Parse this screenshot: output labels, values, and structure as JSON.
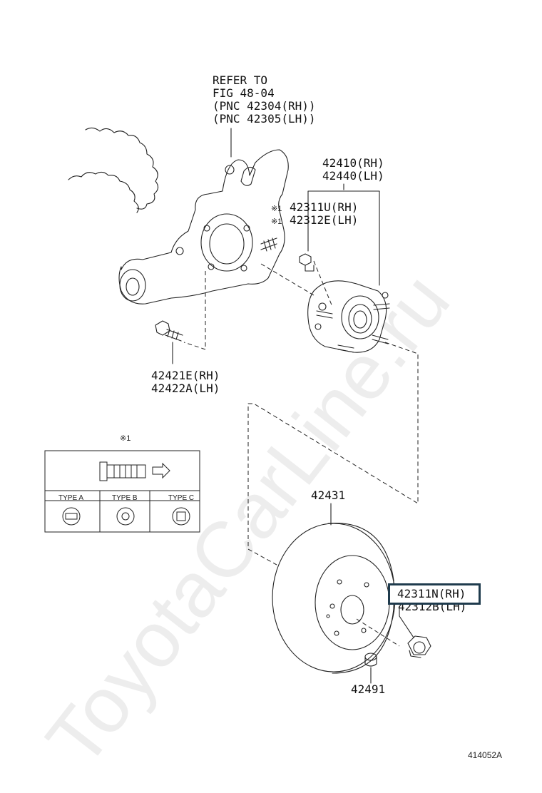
{
  "knuckle_ref": {
    "line1": "REFER TO",
    "line2": "FIG 48-04",
    "line3": "(PNC 42304(RH))",
    "line4": "(PNC 42305(LH))"
  },
  "hub": {
    "rh": "42410(RH)",
    "lh": "42440(LH)"
  },
  "hub_bolt": {
    "mark": "※1",
    "rh": "42311U(RH)",
    "lh": "42312E(LH)"
  },
  "knuckle_bolt": {
    "rh": "42421E(RH)",
    "lh": "42422A(LH)"
  },
  "inset": {
    "mark": "※1",
    "types": [
      "TYPE A",
      "TYPE B",
      "TYPE C"
    ]
  },
  "disc": {
    "part": "42431"
  },
  "disc_bolt": {
    "rh": "42311N(RH)",
    "lh": "42312B(LH)"
  },
  "plug": {
    "part": "42491"
  },
  "figure_id": "414052A",
  "watermark": "ToyotaCarLine.ru"
}
